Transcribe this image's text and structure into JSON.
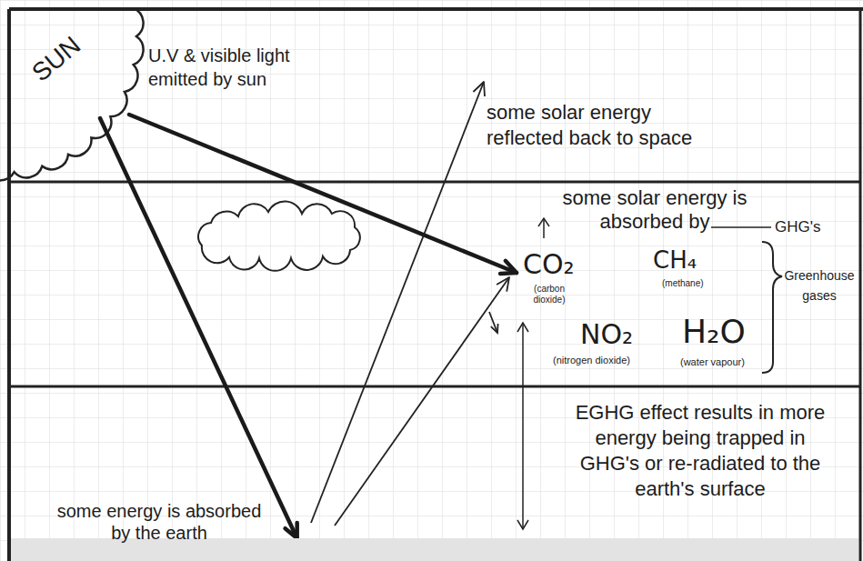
{
  "diagram": {
    "nodes": [
      {
        "text": [
          "SUN"
        ]
      },
      {
        "text": [
          "some energy is absorbed by the earth"
        ]
      }
    ],
    "edges": [
      {
        "from": 0,
        "to": 1,
        "arrow": "to"
      }
    ],
    "labels": [
      "U.V & visible light emitted by sun",
      "some solar energy reflected back to space",
      "some solar energy is absorbed by",
      "GHG's",
      "CO₂",
      "(carbon dioxide)",
      "CH₄",
      "(methane)",
      "NO₂",
      "(nitrogen dioxide)",
      "H₂O",
      "(water vapour)",
      "Greenhouse gases",
      "EGHG effect results in more energy being trapped in GHG's or re-radiated to the earth's surface"
    ]
  }
}
